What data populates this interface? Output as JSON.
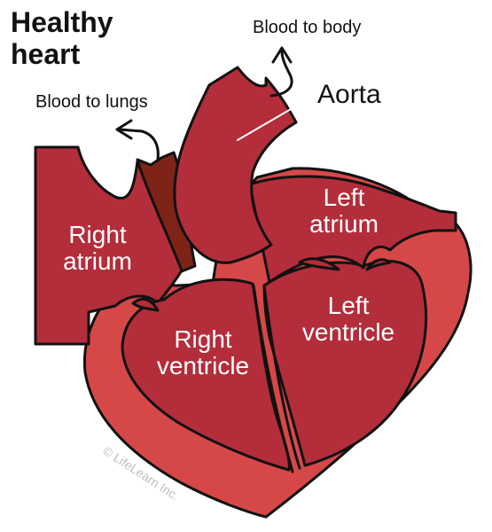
{
  "title": {
    "line1": "Healthy",
    "line2": "heart"
  },
  "labels": {
    "blood_to_body": "Blood to body",
    "blood_to_lungs": "Blood to lungs",
    "aorta": "Aorta",
    "right_atrium": {
      "line1": "Right",
      "line2": "atrium"
    },
    "left_atrium": {
      "line1": "Left",
      "line2": "atrium"
    },
    "right_ventricle": {
      "line1": "Right",
      "line2": "ventricle"
    },
    "left_ventricle": {
      "line1": "Left",
      "line2": "ventricle"
    }
  },
  "watermark": "© LifeLearn Inc.",
  "colors": {
    "wall": "#d64848",
    "chamber": "#b32d3a",
    "vessel_dark": "#7d2417",
    "outline": "#111111",
    "label_text": "#ffffff"
  }
}
